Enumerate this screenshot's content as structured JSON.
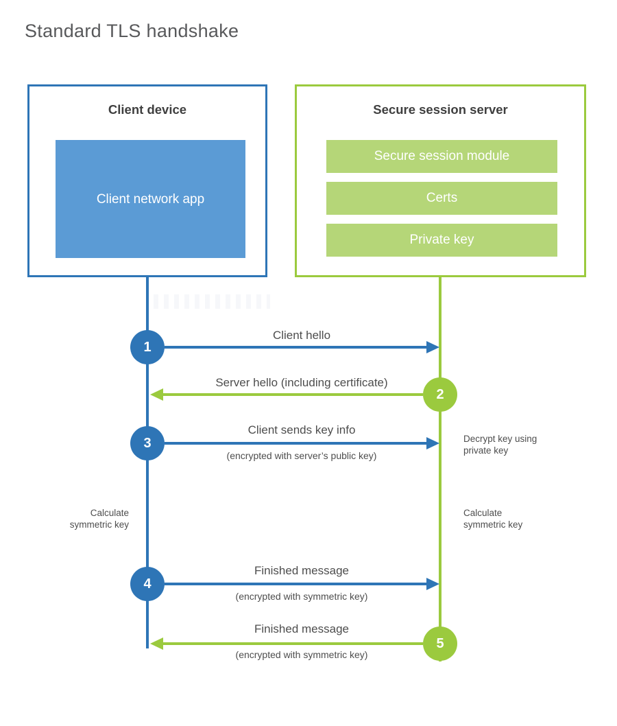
{
  "page": {
    "title": "Standard TLS handshake"
  },
  "colors": {
    "blue_accent": "#2E75B6",
    "blue_fill": "#5B9BD5",
    "green_accent": "#9BCA3E",
    "green_fill": "#B5D678",
    "title_gray": "#58595B",
    "heading_dark": "#3F3F3F",
    "label_gray": "#4D4D4D",
    "background": "#FFFFFF"
  },
  "client": {
    "title": "Client device",
    "app_label": "Client network app"
  },
  "server": {
    "title": "Secure session server",
    "modules": [
      "Secure session module",
      "Certs",
      "Private key"
    ]
  },
  "steps": [
    {
      "num": "1",
      "label": "Client hello",
      "sublabel": "",
      "direction": "client-to-server",
      "color": "#2E75B6"
    },
    {
      "num": "2",
      "label": "Server hello (including certificate)",
      "sublabel": "",
      "direction": "server-to-client",
      "color": "#9BCA3E"
    },
    {
      "num": "3",
      "label": "Client sends key info",
      "sublabel": "(encrypted with server’s public key)",
      "direction": "client-to-server",
      "color": "#2E75B6"
    },
    {
      "num": "4",
      "label": "Finished message",
      "sublabel": "(encrypted with symmetric key)",
      "direction": "client-to-server",
      "color": "#2E75B6"
    },
    {
      "num": "5",
      "label": "Finished message",
      "sublabel": "(encrypted with symmetric key)",
      "direction": "server-to-client",
      "color": "#9BCA3E"
    }
  ],
  "notes": {
    "decrypt": "Decrypt key using private key",
    "calc_left": "Calculate symmetric key",
    "calc_right": "Calculate symmetric key"
  }
}
